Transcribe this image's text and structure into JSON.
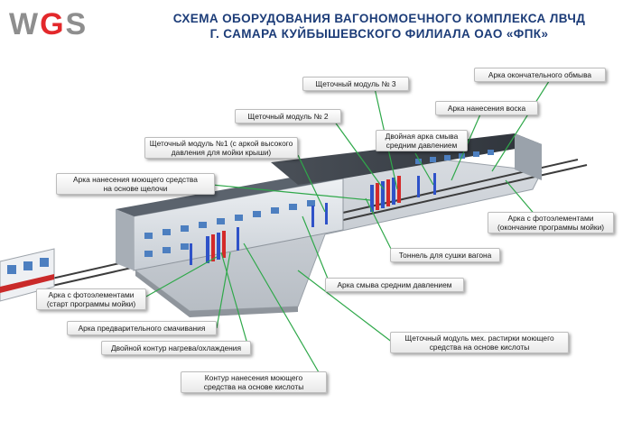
{
  "logo": {
    "text_a": "W",
    "text_b": "G",
    "text_c": "S"
  },
  "header": {
    "line1": "СХЕМА ОБОРУДОВАНИЯ ВАГОНОМОЕЧНОГО КОМПЛЕКСА ЛВЧД",
    "line2": "Г. САМАРА КУЙБЫШЕВСКОГО ФИЛИАЛА ОАО «ФПК»"
  },
  "labels": {
    "final_rinse_arch": "Арка окончательного обмыва",
    "brush_module_3": "Щеточный модуль № 3",
    "wax_arch": "Арка нанесения воска",
    "brush_module_2": "Щеточный модуль № 2",
    "double_medium_arch": "Двойная арка смыва\nсредним давлением",
    "brush_module_1": "Щеточный модуль №1 (с  аркой высокого\nдавления для мойки крыши)",
    "alkali_arch": "Арка нанесения моющего средства\nна основе щелочи",
    "photo_arch_end": "Арка с фотоэлементами\n(окончание программы мойки)",
    "drying_tunnel": "Тоннель для сушки вагона",
    "medium_pressure_arch": "Арка смыва средним давлением",
    "photo_arch_start": "Арка с фотоэлементами\n(старт программы мойки)",
    "prewet_arch": "Арка предварительного смачивания",
    "heat_cool_circuit": "Двойной контур нагрева/охлаждения",
    "acid_brush_module": "Щеточный модуль мех. растирки моющего\nсредства на основе кислоты",
    "acid_circuit": "Контур нанесения моющего\nсредства на основе кислоты"
  },
  "colors": {
    "title": "#1c3c78",
    "logo_grey": "#8e8e8e",
    "logo_red": "#e3282b",
    "leader_green": "#2fa84a",
    "roof": "#3a4048",
    "wall": "#d7dce2",
    "window": "#4d7fc0",
    "equipment_blue": "#2f52c8",
    "equipment_red": "#d42a2a",
    "floor": "#cfd4da"
  }
}
